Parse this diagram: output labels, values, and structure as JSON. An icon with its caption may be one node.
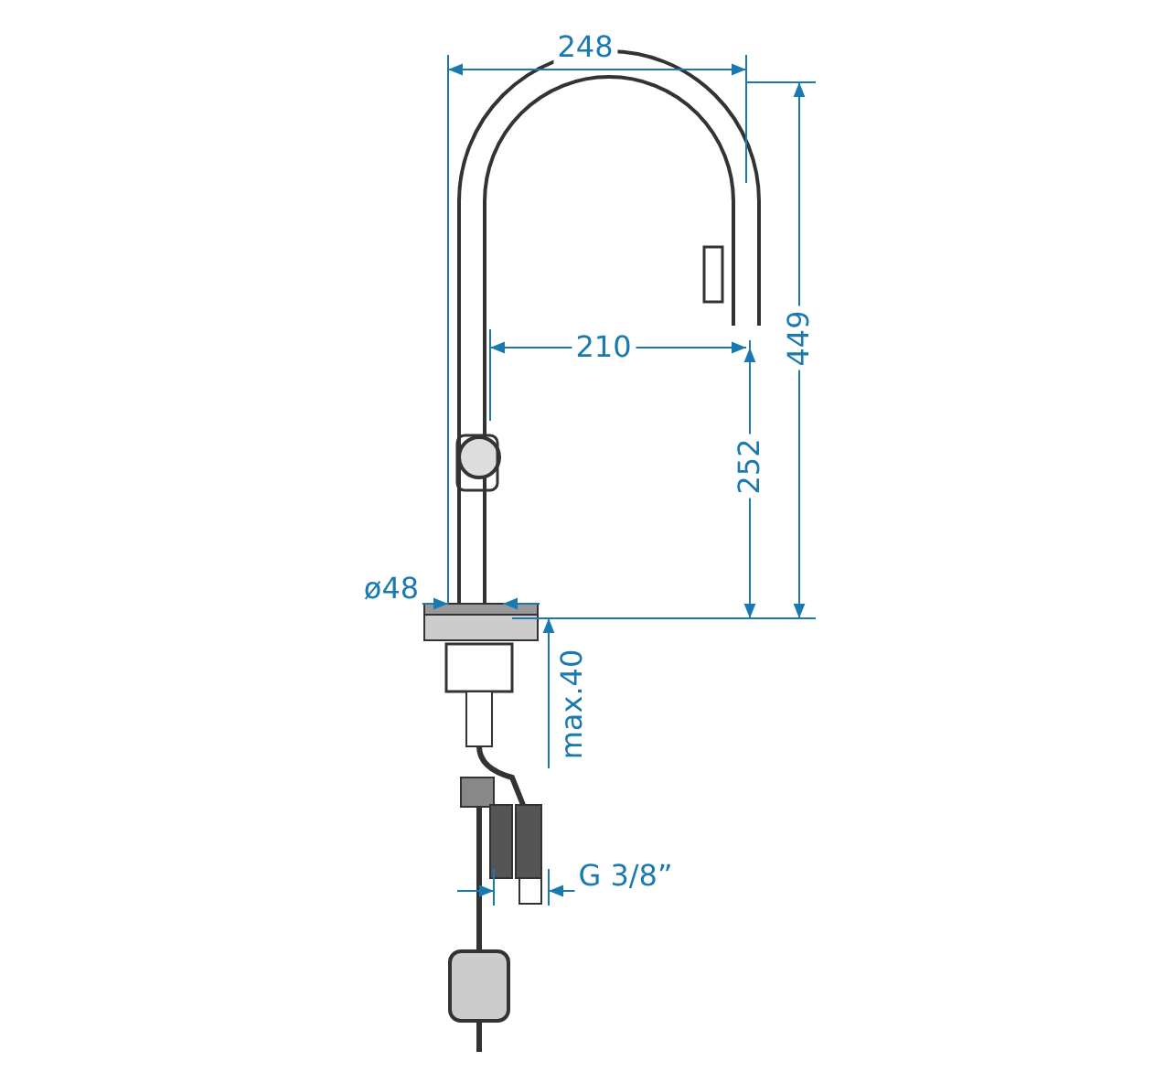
{
  "diagram": {
    "labels": [
      "248",
      "210",
      "449",
      "252",
      "ø48",
      "max.40",
      "G 3/8”"
    ]
  }
}
